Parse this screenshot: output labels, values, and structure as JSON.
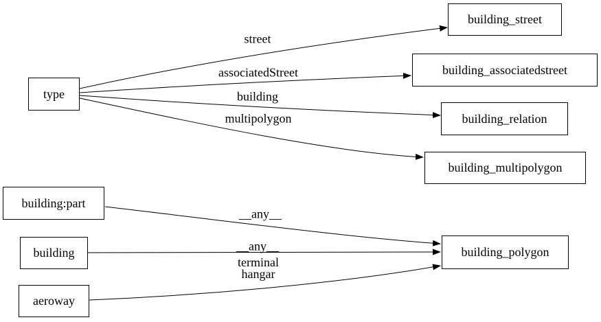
{
  "diagram": {
    "background_color": "#ffffff",
    "edge_color": "#000000",
    "text_color": "#000000",
    "node_border_color": "#000000",
    "nodes": [
      {
        "id": "type",
        "label": "type"
      },
      {
        "id": "building_street",
        "label": "building_street"
      },
      {
        "id": "building_associatedstreet",
        "label": "building_associatedstreet"
      },
      {
        "id": "building_relation",
        "label": "building_relation"
      },
      {
        "id": "building_multipolygon",
        "label": "building_multipolygon"
      },
      {
        "id": "building:part",
        "label": "building:part"
      },
      {
        "id": "building",
        "label": "building"
      },
      {
        "id": "aeroway",
        "label": "aeroway"
      },
      {
        "id": "building_polygon",
        "label": "building_polygon"
      }
    ],
    "edges": [
      {
        "from": "type",
        "to": "building_street",
        "label": "street"
      },
      {
        "from": "type",
        "to": "building_associatedstreet",
        "label": "associatedStreet"
      },
      {
        "from": "type",
        "to": "building_relation",
        "label": "building"
      },
      {
        "from": "type",
        "to": "building_multipolygon",
        "label": "multipolygon"
      },
      {
        "from": "building:part",
        "to": "building_polygon",
        "label": "__any__"
      },
      {
        "from": "building",
        "to": "building_polygon",
        "label": "__any__"
      },
      {
        "from": "aeroway",
        "to": "building_polygon",
        "label": "terminal\nhangar"
      }
    ]
  }
}
